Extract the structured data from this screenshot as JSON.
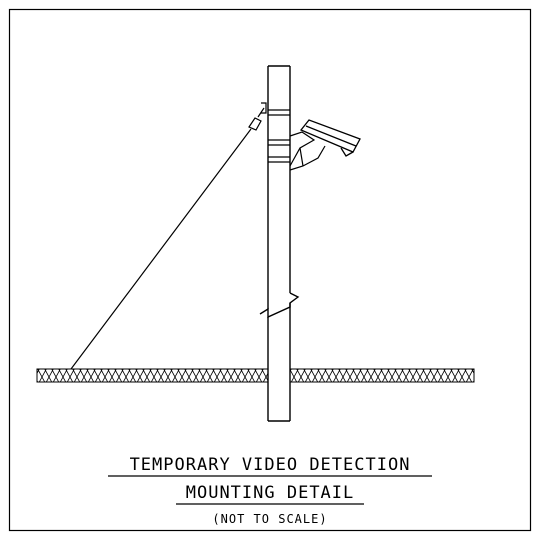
{
  "drawing": {
    "title_line1": "TEMPORARY VIDEO DETECTION",
    "title_line2": "MOUNTING DETAIL",
    "note": "(NOT TO SCALE)"
  },
  "components": [
    "frame",
    "ground",
    "pole",
    "guy-wire",
    "pole-band",
    "camera-bracket",
    "video-camera"
  ],
  "colors": {
    "line": "#000000",
    "background": "#ffffff"
  }
}
